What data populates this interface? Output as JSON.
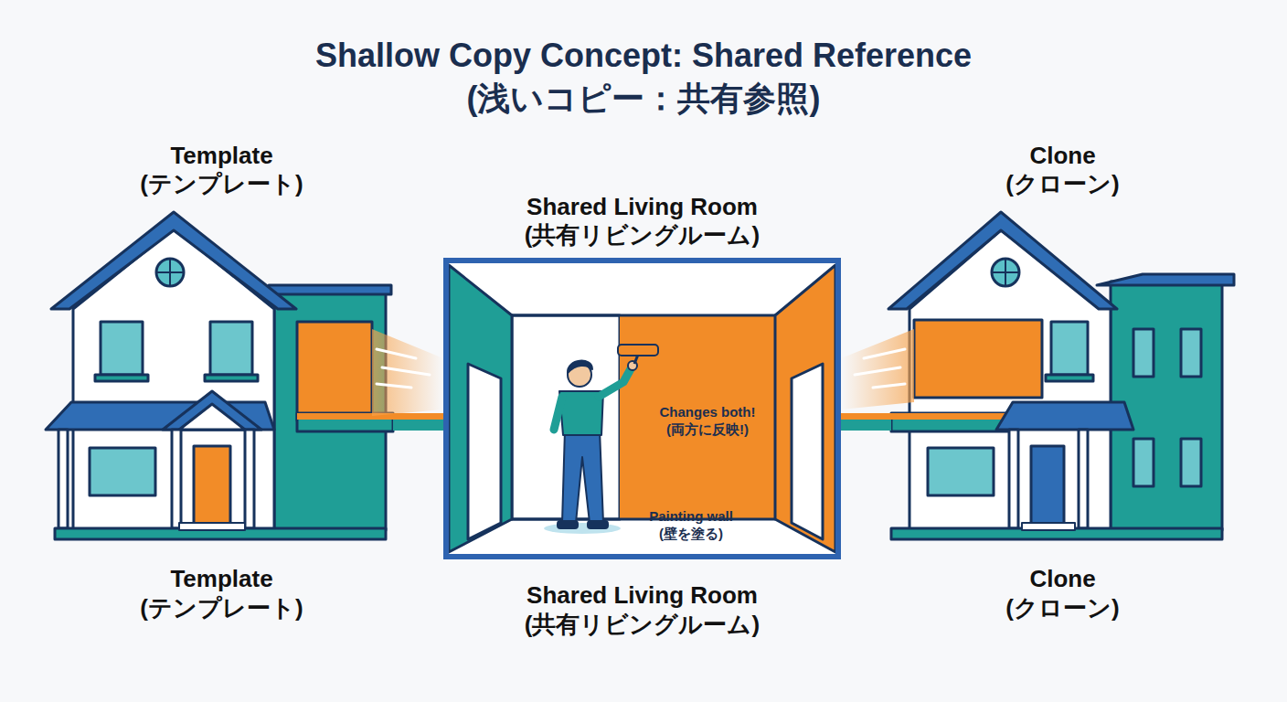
{
  "diagram": {
    "title": "Shallow Copy Concept: Shared Reference (浅いコピー：共有参照)",
    "nodes": [
      {
        "text": [
          "Template (テンプレート)",
          "Template (テンプレート)"
        ]
      },
      {
        "text": [
          "Shared Living Room (共有リビングルーム)",
          "Changes both! (両方に反映!)",
          "Painting wall (壁を塗る)",
          "Shared Living Room (共有リビングルーム)"
        ]
      },
      {
        "text": [
          "Clone (クローン)",
          "Clone (クローン)"
        ]
      }
    ],
    "edges": [
      {
        "from": 0,
        "to": 1,
        "arrow": "none"
      },
      {
        "from": 1,
        "to": 2,
        "arrow": "none"
      }
    ]
  }
}
